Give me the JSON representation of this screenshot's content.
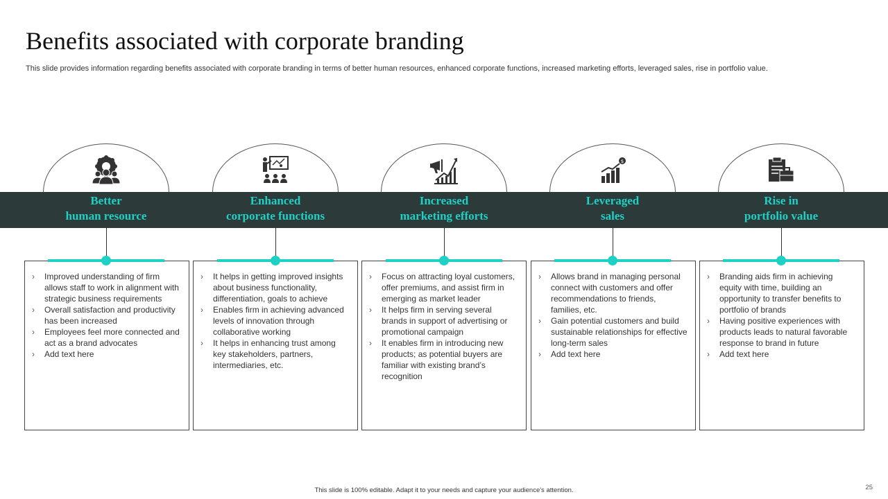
{
  "slide": {
    "title": "Benefits associated with corporate branding",
    "subtitle": "This slide provides information regarding benefits associated with corporate branding in terms of better human resources, enhanced corporate functions, increased marketing efforts, leveraged sales, rise in portfolio value.",
    "footer": "This slide is 100% editable. Adapt it to your needs and capture your audience's attention.",
    "page_number": "25"
  },
  "colors": {
    "accent": "#1fd1c4",
    "band": "#2d3a3a",
    "icon": "#333333"
  },
  "columns": [
    {
      "icon": "team-gear-icon",
      "heading": [
        "Better",
        "human resource"
      ],
      "bullets": [
        "Improved  understanding  of  firm allows staff to work in alignment  with  strategic business requirements",
        "Overall  satisfaction  and productivity  has been increased",
        "Employees feel more connected and act as a brand  advocates",
        "Add text here"
      ]
    },
    {
      "icon": "presentation-audience-icon",
      "heading": [
        "Enhanced",
        "corporate functions"
      ],
      "bullets": [
        "It helps in getting improved insights about business functionality,  differentiation, goals to achieve",
        "Enables firm in achieving advanced  levels  of innovation through  collaborative  working",
        "It helps in enhancing trust among key stakeholders, partners,  intermediaries,  etc."
      ]
    },
    {
      "icon": "megaphone-growth-icon",
      "heading": [
        "Increased",
        "marketing efforts"
      ],
      "bullets": [
        "Focus on attracting loyal customers,  offer  premiums,  and assist firm  in  emerging  as market  leader",
        "It helps firm in serving  several brands  in  support  of advertising or promotional  campaign",
        "It enables firm in introducing new products;  as potential buyers are familiar  with existing brand’s  recognition"
      ]
    },
    {
      "icon": "sales-growth-chart-icon",
      "heading": [
        "Leveraged",
        "sales"
      ],
      "bullets": [
        "Allows brand in managing personal connect with customers and offer recommendations  to friends, families,  etc.",
        "Gain  potential  customers and build sustainable relationships for effective  long-term  sales",
        "Add text here"
      ]
    },
    {
      "icon": "portfolio-clipboard-icon",
      "heading": [
        "Rise in",
        "portfolio value"
      ],
      "bullets": [
        "Branding aids firm in achieving equity with time, building  an opportunity  to transfer benefits to portfolio  of  brands",
        "Having  positive  experiences with products leads to natural favorable  response  to brand in future",
        "Add text here"
      ]
    }
  ]
}
